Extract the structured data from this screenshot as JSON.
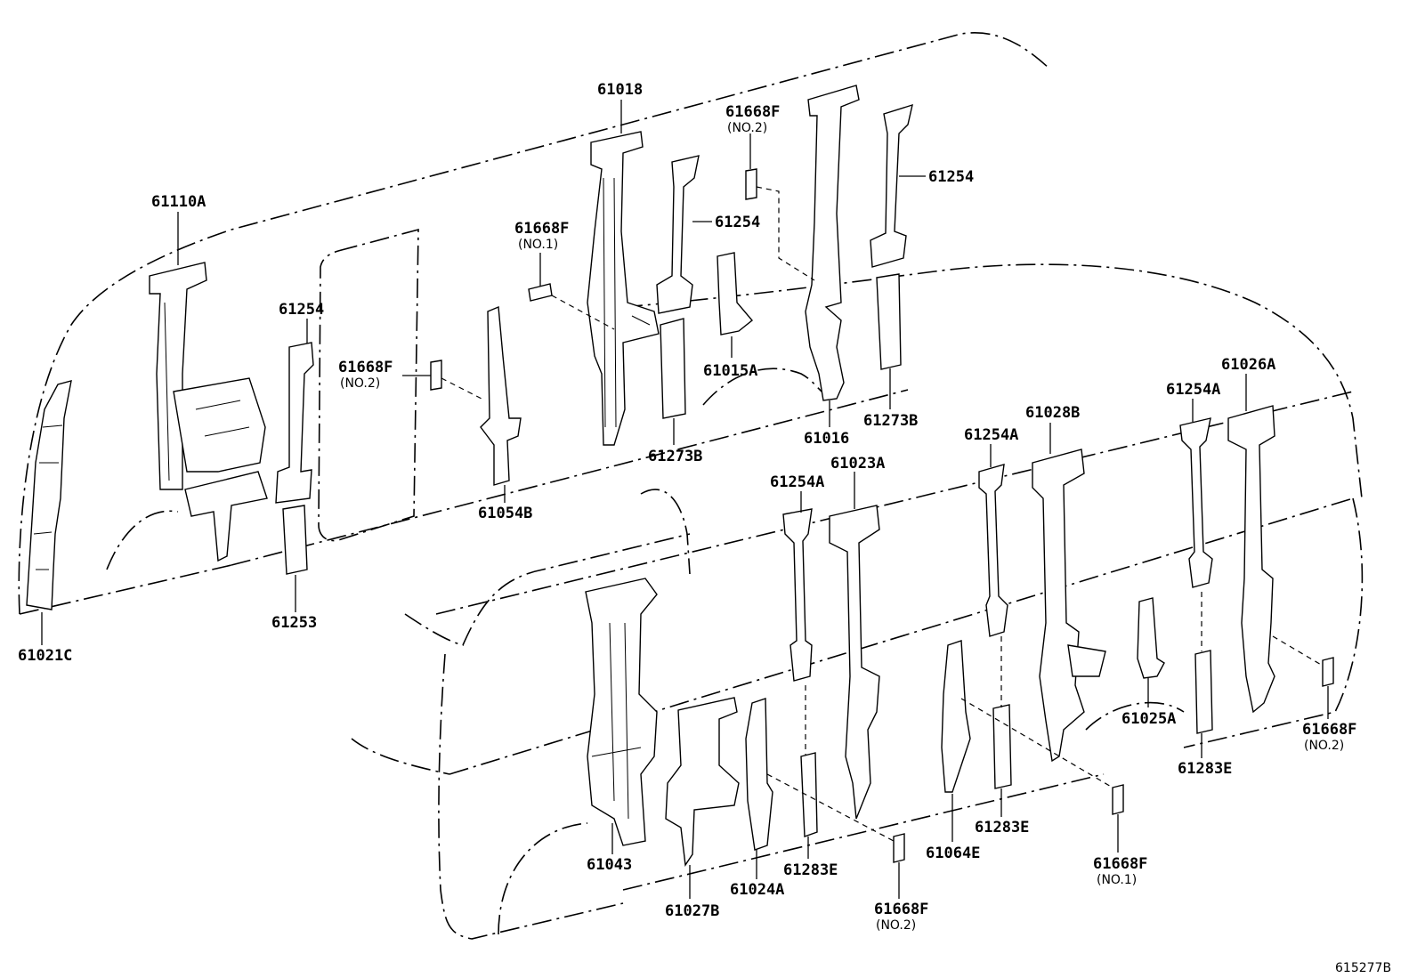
{
  "labels": {
    "p61018": "61018",
    "p61110A": "61110A",
    "p61668F_top": "61668F",
    "p61668F_top_sub": "(NO.2)",
    "p61254_top": "61254",
    "p61668F_no1": "61668F",
    "p61668F_no1_sub": "(NO.1)",
    "p61254_mid": "61254",
    "p61254_left": "61254",
    "p61668F_left": "61668F",
    "p61668F_left_sub": "(NO.2)",
    "p61015A": "61015A",
    "p61016": "61016",
    "p61273B_right": "61273B",
    "p61273B_mid": "61273B",
    "p61054B": "61054B",
    "p61253": "61253",
    "p61021C": "61021C",
    "p61026A": "61026A",
    "p61254A_r3": "61254A",
    "p61028B": "61028B",
    "p61254A_r2": "61254A",
    "p61023A": "61023A",
    "p61254A_r1": "61254A",
    "p61025A": "61025A",
    "p61668F_r": "61668F",
    "p61668F_r_sub": "(NO.2)",
    "p61283E_r": "61283E",
    "p61283E_m": "61283E",
    "p61064E": "61064E",
    "p61668F_b1": "61668F",
    "p61668F_b1_sub": "(NO.1)",
    "p61283E_l": "61283E",
    "p61668F_b2": "61668F",
    "p61668F_b2_sub": "(NO.2)",
    "p61043": "61043",
    "p61027B": "61027B",
    "p61024A": "61024A"
  },
  "diagram_code": "615277B"
}
